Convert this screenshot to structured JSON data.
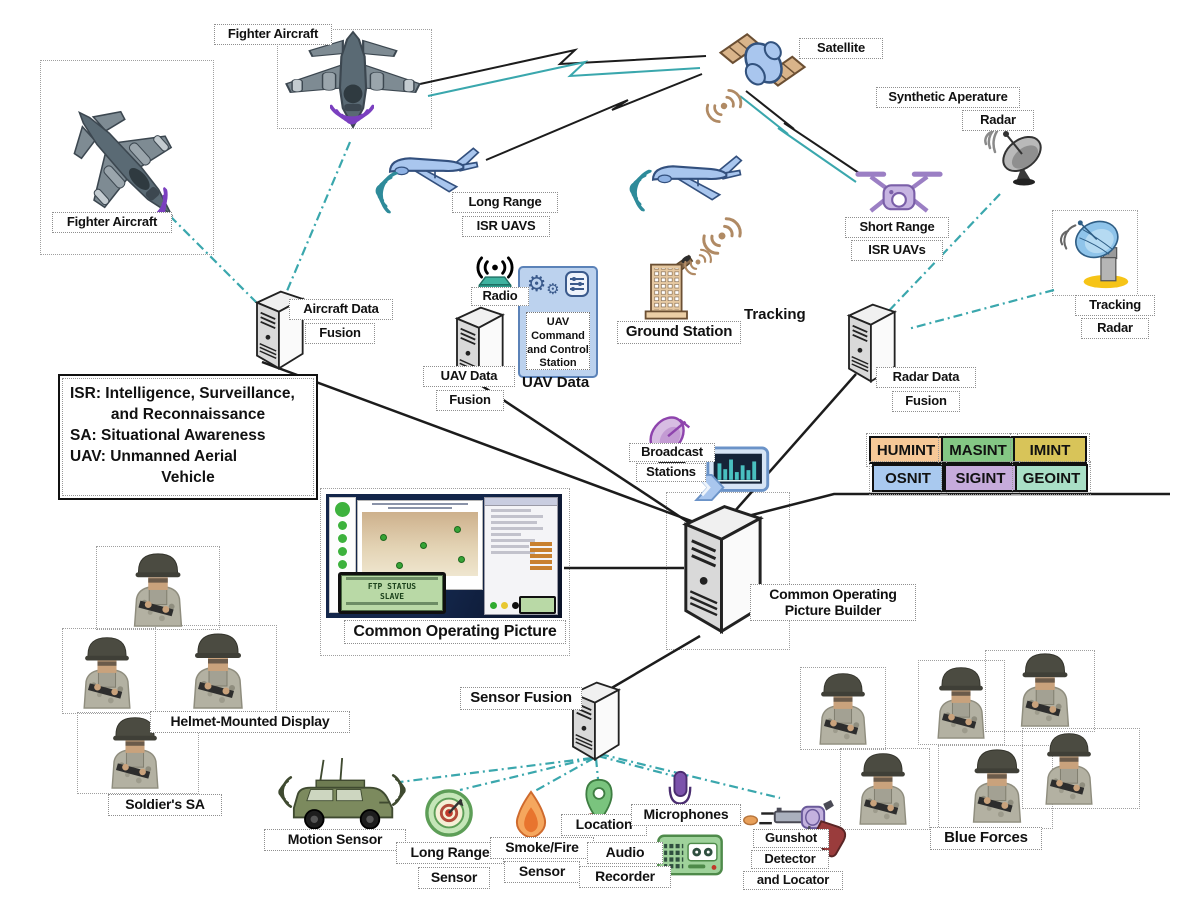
{
  "diagram": {
    "labels": {
      "fighter": "Fighter Aircraft",
      "satellite": "Satellite",
      "sar": [
        "Synthetic Aperature",
        "Radar"
      ],
      "long_range_uav": [
        "Long Range",
        "ISR UAVS"
      ],
      "short_range_uav": [
        "Short Range",
        "ISR UAVs"
      ],
      "tracking_radar": [
        "Tracking",
        "Radar"
      ],
      "ground_station": "Ground Station",
      "tracking": "Tracking",
      "aircraft_fusion": [
        "Aircraft Data",
        "Fusion"
      ],
      "radio": "Radio",
      "uav_c2": [
        "UAV",
        "Command",
        "and Control",
        "Station"
      ],
      "uav_data": "UAV Data",
      "uav_fusion": [
        "UAV Data",
        "Fusion"
      ],
      "radar_fusion": [
        "Radar Data",
        "Fusion"
      ],
      "broadcast": [
        "Broadcast",
        "Stations"
      ],
      "cop": "Common Operating Picture",
      "cop_builder": [
        "Common Operating",
        "Picture Builder"
      ],
      "sensor_fusion": "Sensor Fusion",
      "hmd": "Helmet-Mounted Display",
      "soldier_sa": "Soldier's SA",
      "motion_sensor": "Motion Sensor",
      "long_range_sensor": [
        "Long Range",
        "Sensor"
      ],
      "smoke_fire": [
        "Smoke/Fire",
        "Sensor"
      ],
      "location": "Location",
      "microphones": "Microphones",
      "audio_recorder": [
        "Audio",
        "Recorder"
      ],
      "gunshot": [
        "Gunshot",
        "Detector",
        "and Locator"
      ],
      "blue_forces": "Blue Forces"
    },
    "legend": {
      "line1": "ISR: Intelligence, Surveillance,",
      "line2": "and Reconnaissance",
      "line3": "SA: Situational Awareness",
      "line4": "UAV: Unmanned Aerial",
      "line5": "Vehicle"
    },
    "badges": [
      {
        "label": "HUMINT",
        "color": "#f6c897"
      },
      {
        "label": "MASINT",
        "color": "#84c784"
      },
      {
        "label": "IMINT",
        "color": "#d8c459"
      },
      {
        "label": "OSNIT",
        "color": "#a9c9ef"
      },
      {
        "label": "SIGINT",
        "color": "#c6abdb"
      },
      {
        "label": "GEOINT",
        "color": "#a9dfc6"
      }
    ],
    "cop_screen": {
      "lcd_line1": "FTP STATUS",
      "lcd_line2": "SLAVE"
    },
    "colors": {
      "solid_line": "#1c1c1c",
      "dashed_line": "#3aa7ad",
      "purple_signal": "#7a3fbf",
      "teal_signal": "#2e8b9a",
      "tan_signal": "#b08a64"
    }
  }
}
